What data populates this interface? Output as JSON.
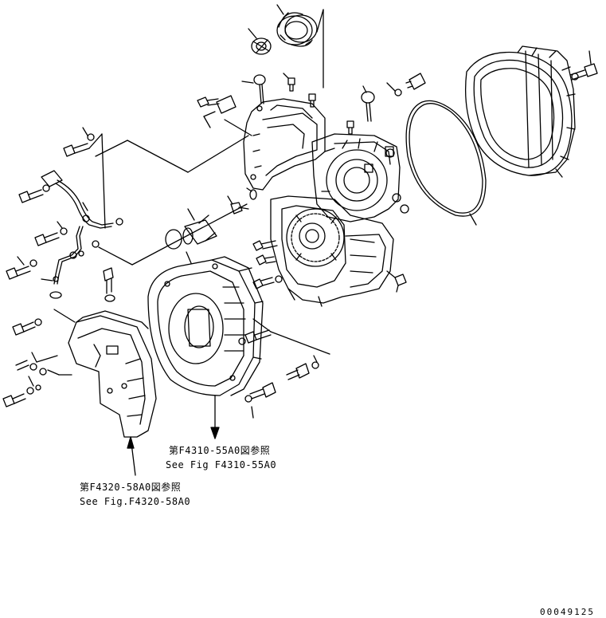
{
  "references": [
    {
      "jp": "第F4310-55A0図参照",
      "en": "See Fig F4310-55A0"
    },
    {
      "jp": "第F4320-58A0図参照",
      "en": "See Fig.F4320-58A0"
    }
  ],
  "drawing_number": "00049125",
  "colors": {
    "line": "#000000",
    "background": "#ffffff"
  }
}
